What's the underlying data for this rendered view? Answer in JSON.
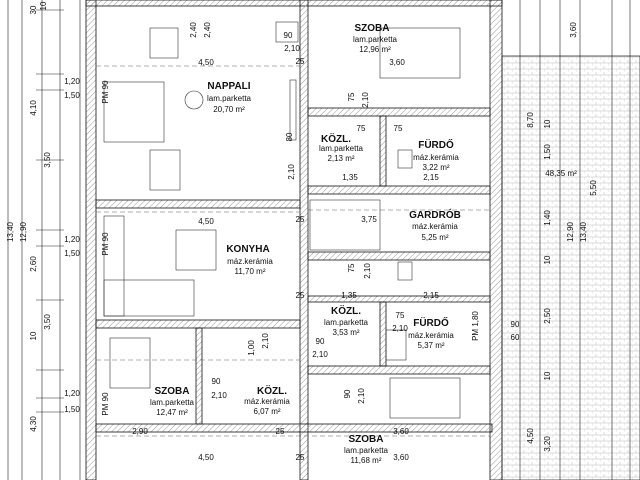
{
  "rooms": [
    {
      "name": "SZOBA",
      "material": "lam.parketta",
      "area": "12,96 m²"
    },
    {
      "name": "NAPPALI",
      "material": "lam.parketta",
      "area": "20,70 m²"
    },
    {
      "name": "KÖZL.",
      "material": "lam.parketta",
      "area": "2,13 m²"
    },
    {
      "name": "FÜRDŐ",
      "material": "máz.kerámia",
      "area": "3,22 m²"
    },
    {
      "name": "GARDRÓB",
      "material": "máz.kerámia",
      "area": "5,25 m²"
    },
    {
      "name": "KONYHA",
      "material": "máz.kerámia",
      "area": "11,70 m²"
    },
    {
      "name": "KÖZL.",
      "material": "lam.parketta",
      "area": "3,53 m²"
    },
    {
      "name": "FÜRDŐ",
      "material": "máz.kerámia",
      "area": "5,37 m²"
    },
    {
      "name": "SZOBA",
      "material": "lam.parketta",
      "area": "12,47 m²"
    },
    {
      "name": "KÖZL.",
      "material": "máz.kerámia",
      "area": "6,07 m²"
    },
    {
      "name": "SZOBA",
      "material": "lam.parketta",
      "area": "11,68 m²"
    },
    {
      "name": "",
      "material": "",
      "area": "48,35 m²"
    }
  ],
  "dims": {
    "d450a": "4,50",
    "d360a": "3,60",
    "d240a": "2,40",
    "d240b": "2,40",
    "d90a": "90",
    "d210a": "2,10",
    "d75a": "75",
    "d210b": "2,10",
    "d75b": "75",
    "d75c": "75",
    "d135a": "1,35",
    "d215a": "2,15",
    "d80": "80",
    "d210c": "2,10",
    "d450b": "4,50",
    "d375": "3,75",
    "d210d": "2,10",
    "d75d": "75",
    "d135b": "1,35",
    "d215b": "2,15",
    "d25a": "25",
    "d25b": "25",
    "d25c": "25",
    "d210e": "2,10",
    "d100": "1,00",
    "d210f": "2,10",
    "d90b": "90",
    "d210g": "2,10",
    "d90c": "90",
    "d210h": "2,10",
    "d90d": "90",
    "d210i": "2,10",
    "d75e": "75",
    "d210j": "2,10",
    "d90e": "90",
    "d60": "60",
    "d290": "2,90",
    "d25d": "25",
    "d360b": "3,60",
    "d450c": "4,50",
    "d360c": "3,60",
    "d25e": "25",
    "d30": "30",
    "d10a": "10",
    "pm90a": "PM 90",
    "pm90b": "PM 90",
    "pm90c": "PM 90",
    "pm180": "PM 1,80"
  },
  "left_dims": {
    "l120a": "1,20",
    "l150a": "1,50",
    "l410": "4,10",
    "l350a": "3,50",
    "l340": "13,40",
    "l1290": "12,90",
    "l120b": "1,20",
    "l150b": "1,50",
    "l260": "2,60",
    "l350b": "3,50",
    "l10": "10",
    "l430": "4,30",
    "l120c": "1,20",
    "l150c": "1,50"
  },
  "right_dims": {
    "r360": "3,60",
    "r870": "8,70",
    "r10a": "10",
    "r150": "1,50",
    "r550": "5,50",
    "r140": "1,40",
    "r1290": "12,90",
    "r1340": "13,40",
    "r10b": "10",
    "r250": "2,50",
    "r10c": "10",
    "r450": "4,50",
    "r320": "3,20"
  },
  "colors": {
    "wall": "#111111",
    "hatch": "#9a9a9a",
    "line": "#222222"
  }
}
